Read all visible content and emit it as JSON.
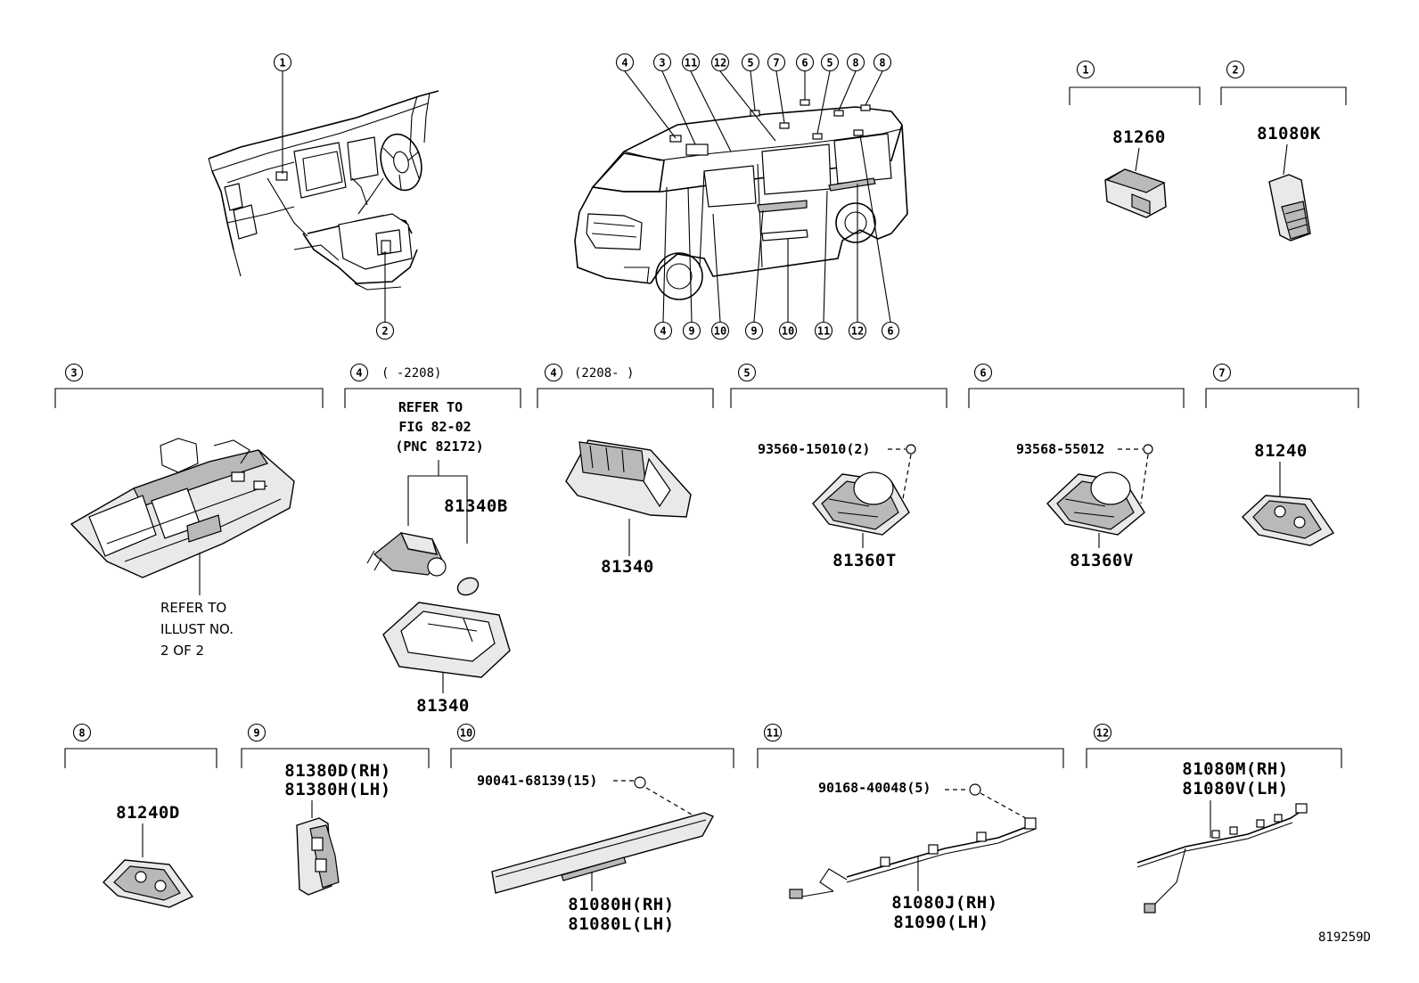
{
  "illustration_code": "819259D",
  "overview_callouts": {
    "interior": [
      "1",
      "2"
    ],
    "van_top": [
      "4",
      "3",
      "11",
      "12",
      "5",
      "7",
      "6",
      "5",
      "8",
      "8"
    ],
    "van_bottom": [
      "4",
      "9",
      "10",
      "9",
      "10",
      "11",
      "12",
      "6"
    ]
  },
  "groups": [
    {
      "num": "1",
      "label": "",
      "parts": [
        "81260"
      ]
    },
    {
      "num": "2",
      "label": "",
      "parts": [
        "81080K"
      ]
    },
    {
      "num": "3",
      "label": "",
      "parts": [],
      "note": [
        "REFER TO",
        "ILLUST NO.",
        "2 OF 2"
      ]
    },
    {
      "num": "4",
      "label": "(     -2208)",
      "parts": [
        "81340B",
        "81340"
      ],
      "note": [
        "REFER TO",
        "FIG 82-02",
        "(PNC 82172)"
      ]
    },
    {
      "num": "4",
      "label": "(2208-     )",
      "parts": [
        "81340"
      ]
    },
    {
      "num": "5",
      "label": "",
      "parts": [
        "81360T"
      ],
      "fastener": "93560-15010(2)"
    },
    {
      "num": "6",
      "label": "",
      "parts": [
        "81360V"
      ],
      "fastener": "93568-55012"
    },
    {
      "num": "7",
      "label": "",
      "parts": [
        "81240"
      ]
    },
    {
      "num": "8",
      "label": "",
      "parts": [
        "81240D"
      ]
    },
    {
      "num": "9",
      "label": "",
      "parts": [
        "81380D(RH)",
        "81380H(LH)"
      ]
    },
    {
      "num": "10",
      "label": "",
      "parts": [
        "81080H(RH)",
        "81080L(LH)"
      ],
      "fastener": "90041-68139(15)"
    },
    {
      "num": "11",
      "label": "",
      "parts": [
        "81080J(RH)",
        "81090(LH)"
      ],
      "fastener": "90168-40048(5)"
    },
    {
      "num": "12",
      "label": "",
      "parts": [
        "81080M(RH)",
        "81080V(LH)"
      ]
    }
  ]
}
